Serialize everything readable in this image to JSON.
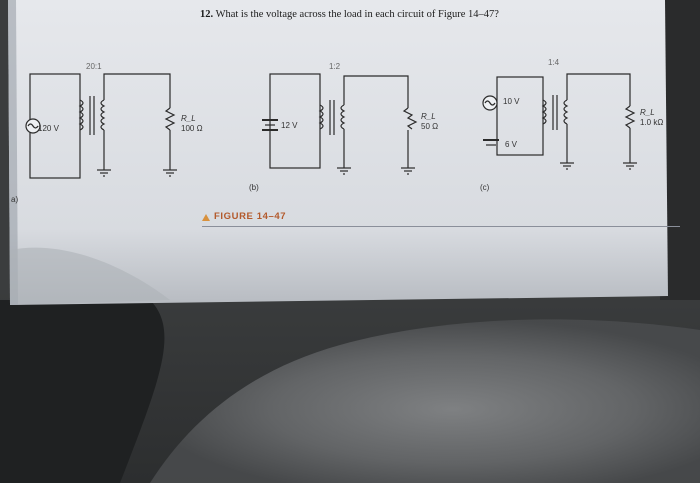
{
  "question": {
    "number": "12.",
    "text": "What is the voltage across the load in each circuit of Figure 14–47?"
  },
  "figure": {
    "label": "FIGURE 14–47"
  },
  "circuits": [
    {
      "part": "a)",
      "ratio": "20:1",
      "source": "120 V",
      "load_name": "R_L",
      "load_value": "100 Ω"
    },
    {
      "part": "(b)",
      "ratio": "1:2",
      "source": "12 V",
      "load_name": "R_L",
      "load_value": "50 Ω"
    },
    {
      "part": "(c)",
      "ratio": "1:4",
      "source_ac": "10 V",
      "source_dc": "6 V",
      "load_name": "R_L",
      "load_value": "1.0 kΩ"
    }
  ],
  "colors": {
    "page": "#d9dce1",
    "ink": "#1c1c1c",
    "figure_label": "#b35a2c",
    "fabric": "#454748",
    "shadow": "#262829"
  }
}
